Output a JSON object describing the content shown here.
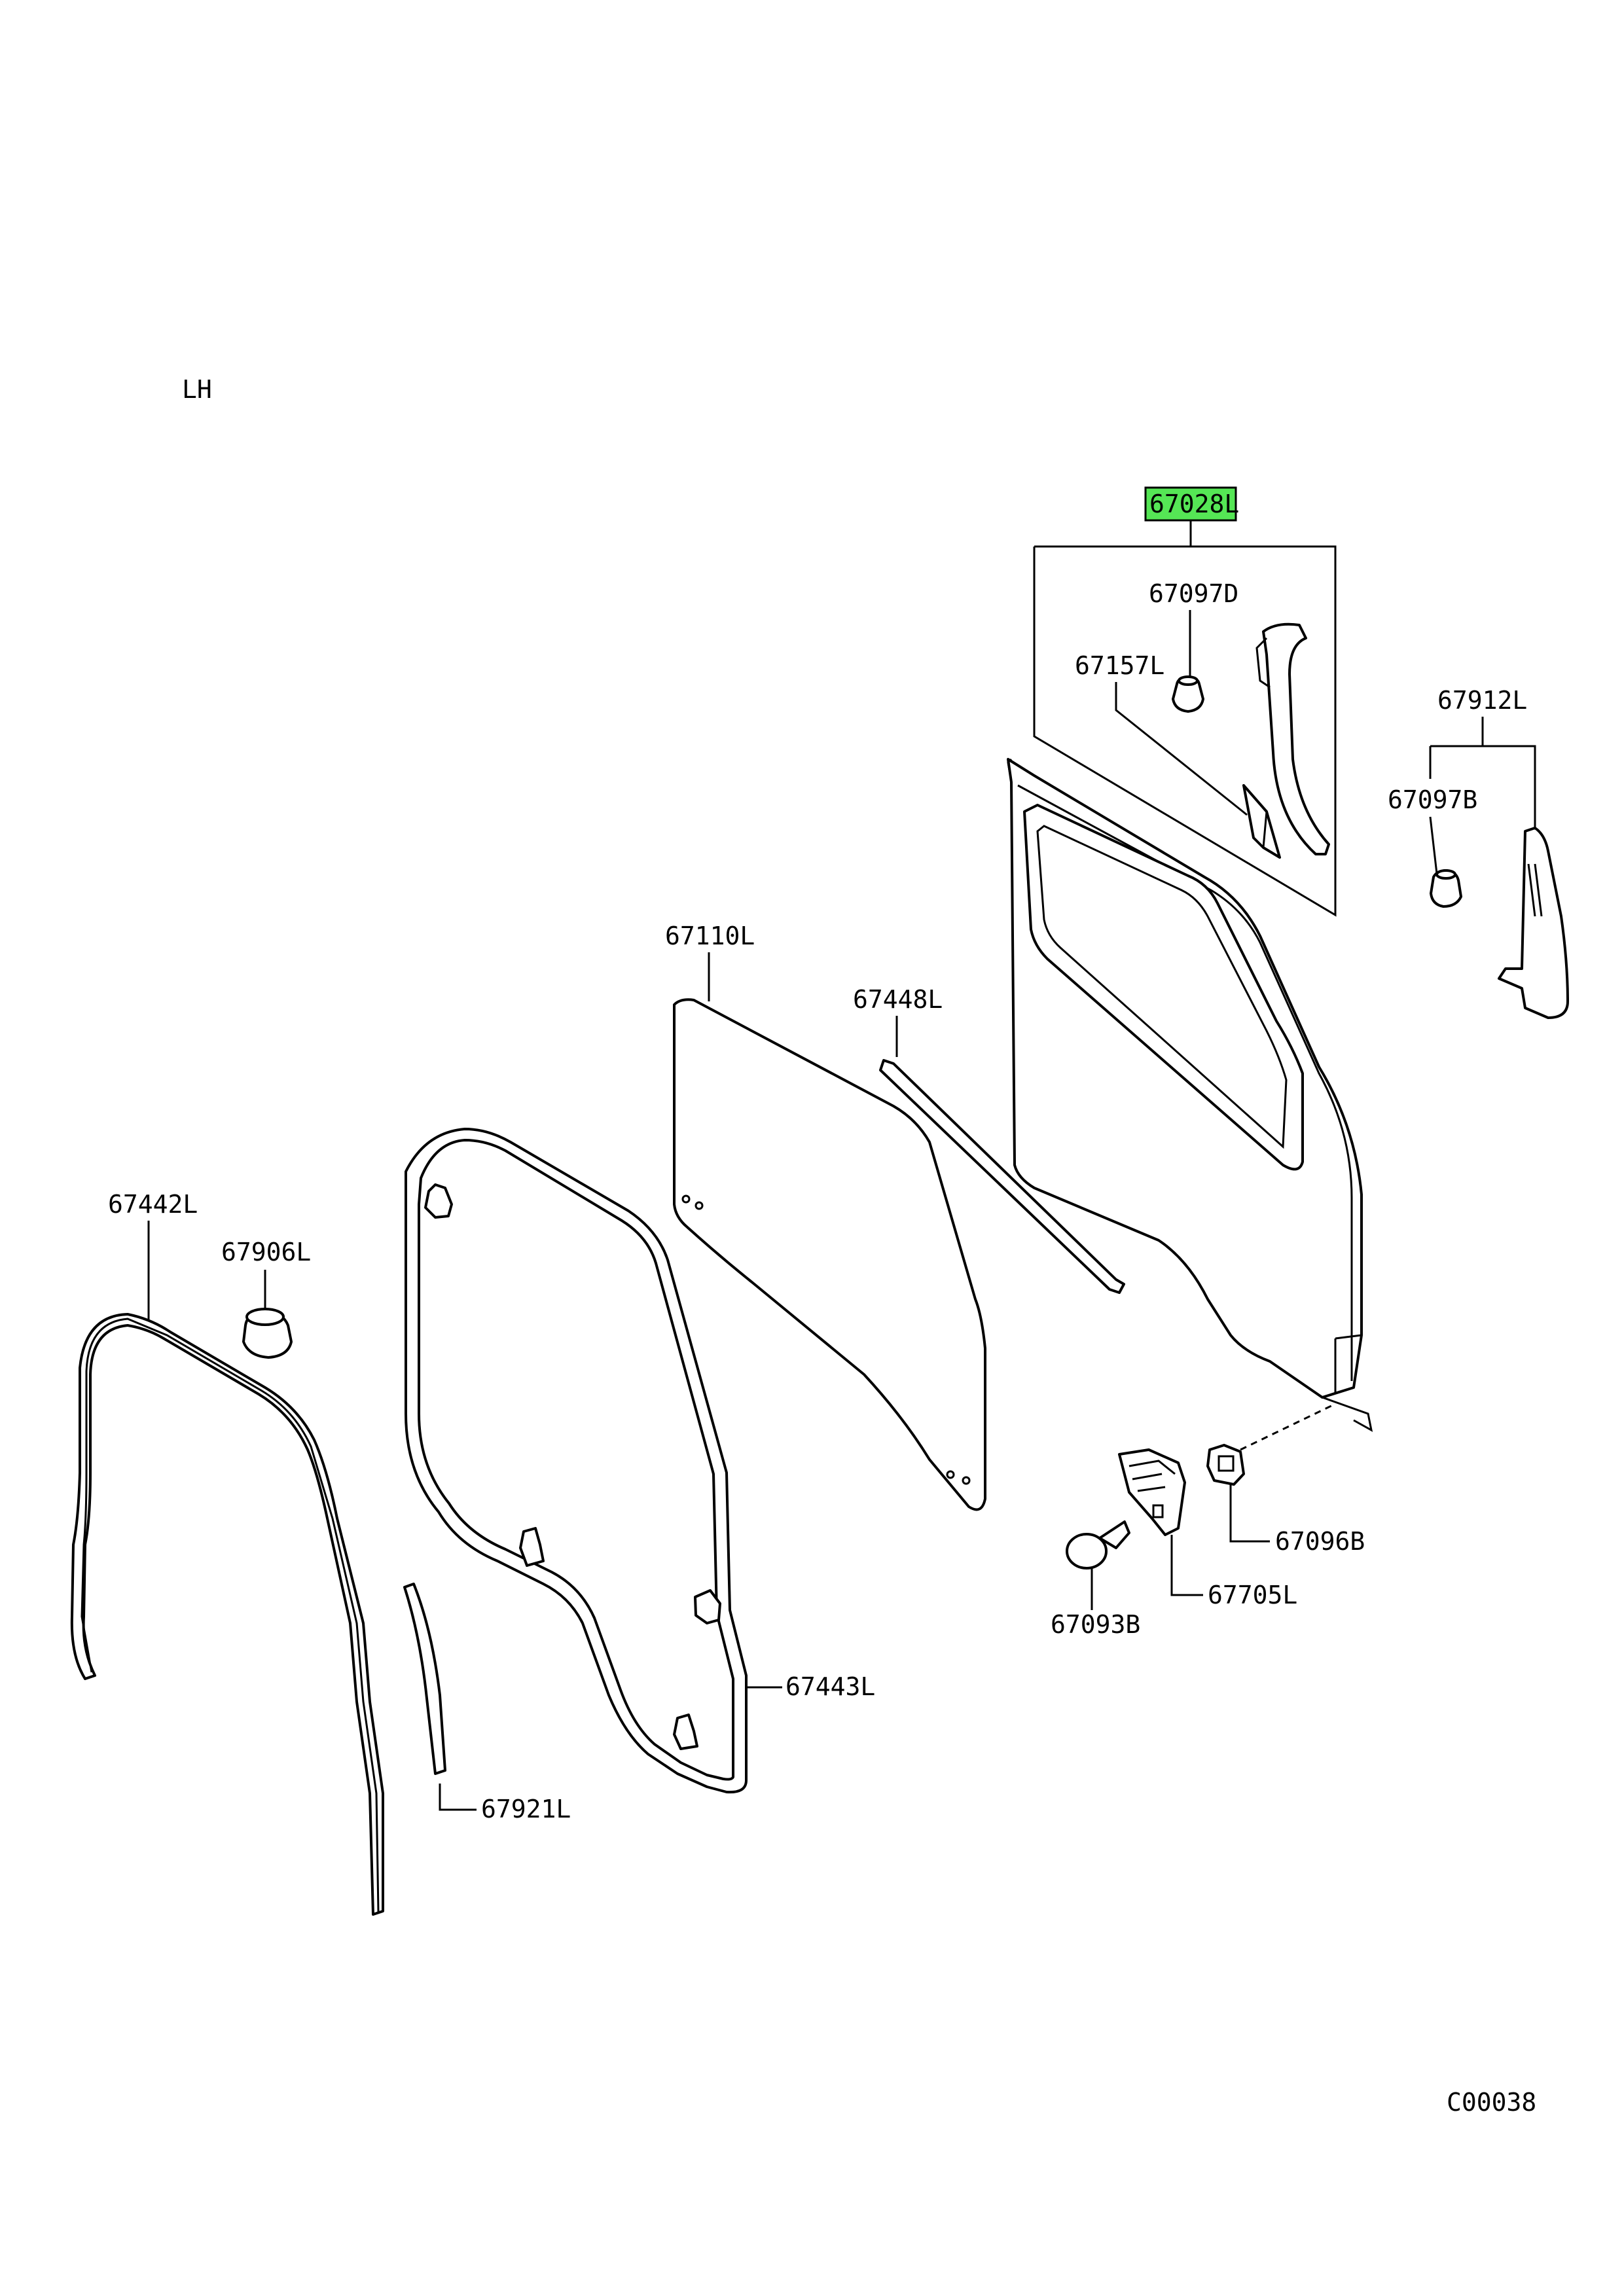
{
  "side_label": "LH",
  "drawing_code": "C00038",
  "colors": {
    "highlight": "#55e655",
    "line": "#000000",
    "background": "#ffffff"
  },
  "parts": {
    "p67028L": "67028L",
    "p67097D": "67097D",
    "p67157L": "67157L",
    "p67912L": "67912L",
    "p67097B": "67097B",
    "p67110L": "67110L",
    "p67448L": "67448L",
    "p67442L": "67442L",
    "p67906L": "67906L",
    "p67443L": "67443L",
    "p67921L": "67921L",
    "p67096B": "67096B",
    "p67705L": "67705L",
    "p67093B": "67093B"
  },
  "highlighted_part": "67028L"
}
